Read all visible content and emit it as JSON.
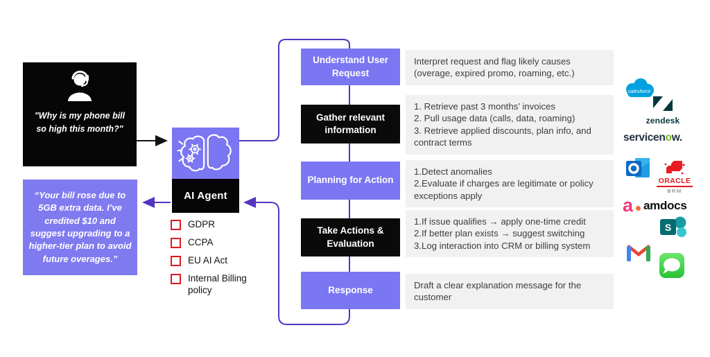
{
  "colors": {
    "purple": "#7b76f2",
    "lavender": "#807af0",
    "line": "#5534c1",
    "desc_bg": "#f1f1f1",
    "desc_text": "#3d3d3d",
    "check_red": "#dc1a21",
    "ink": "#060606"
  },
  "customer": {
    "icon": "headset-person-icon",
    "quote": "\"Why is my phone bill so high this month?\""
  },
  "agent_reply": {
    "quote": "“Your bill rose due to 5GB extra data. I’ve credited $10 and suggest upgrading to a higher-tier plan to avoid future overages.”"
  },
  "ai_agent": {
    "label": "AI Agent",
    "icon": "brain-gears-icon"
  },
  "compliance": {
    "items": [
      {
        "label": "GDPR"
      },
      {
        "label": "CCPA"
      },
      {
        "label": "EU AI Act"
      },
      {
        "label": "Internal Billing policy"
      }
    ]
  },
  "steps": [
    {
      "label": "Understand User Request",
      "style": "purple",
      "description": "Interpret request and flag likely causes (overage, expired promo, roaming, etc.)"
    },
    {
      "label": "Gather relevant information",
      "style": "black",
      "description": "1. Retrieve past 3 months’ invoices\n2. Pull usage data (calls, data, roaming)\n3. Retrieve applied discounts, plan info, and contract terms"
    },
    {
      "label": "Planning for Action",
      "style": "purple",
      "description": "1.Detect anomalies\n2.Evaluate if charges are legitimate or policy exceptions apply"
    },
    {
      "label": "Take Actions & Evaluation",
      "style": "black",
      "description": "1.If issue qualifies → apply one-time credit\n2.If better plan exists → suggest switching\n3.Log interaction into CRM or billing system"
    },
    {
      "label": "Response",
      "style": "purple",
      "description": "Draft a clear explanation message for the customer"
    }
  ],
  "integrations": [
    {
      "name": "salesforce",
      "label": "salesforce"
    },
    {
      "name": "zendesk",
      "label": "zendesk"
    },
    {
      "name": "servicenow",
      "label_parts": [
        "servicen",
        "o",
        "w."
      ]
    },
    {
      "name": "outlook"
    },
    {
      "name": "oracle-brm",
      "label": "ORACLE",
      "sublabel": "BRM"
    },
    {
      "name": "amdocs",
      "label": "amdocs"
    },
    {
      "name": "sharepoint",
      "initial": "S"
    },
    {
      "name": "gmail"
    },
    {
      "name": "messages"
    }
  ]
}
